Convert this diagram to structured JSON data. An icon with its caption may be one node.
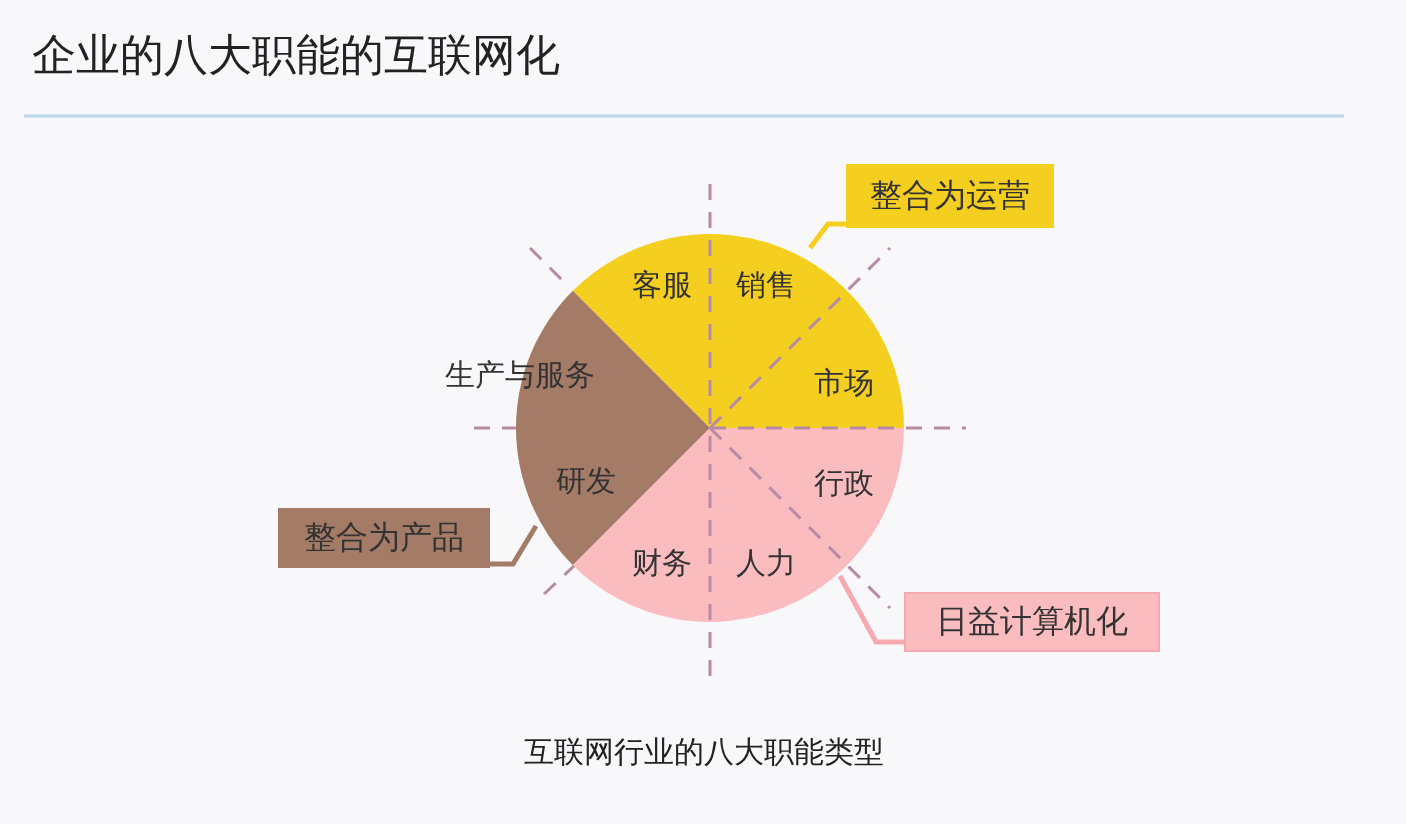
{
  "diagram": {
    "title": "企业的八大职能的互联网化",
    "caption": "互联网行业的八大职能类型",
    "nodes": [
      {
        "text": [
          "整合为运营"
        ]
      },
      {
        "text": [
          "客服",
          "销售",
          "市场"
        ]
      },
      {
        "text": [
          "生产与服务",
          "研发"
        ]
      },
      {
        "text": [
          "行政",
          "财务",
          "人力"
        ]
      },
      {
        "text": [
          "整合为产品"
        ]
      },
      {
        "text": [
          "日益计算机化"
        ]
      }
    ],
    "edges": [
      {
        "from": 0,
        "to": 1,
        "arrow": "none",
        "color": "#f5cf1f"
      },
      {
        "from": 4,
        "to": 2,
        "arrow": "none",
        "color": "#a47b67"
      },
      {
        "from": 5,
        "to": 3,
        "arrow": "none",
        "color": "#f7a9b0"
      }
    ]
  }
}
